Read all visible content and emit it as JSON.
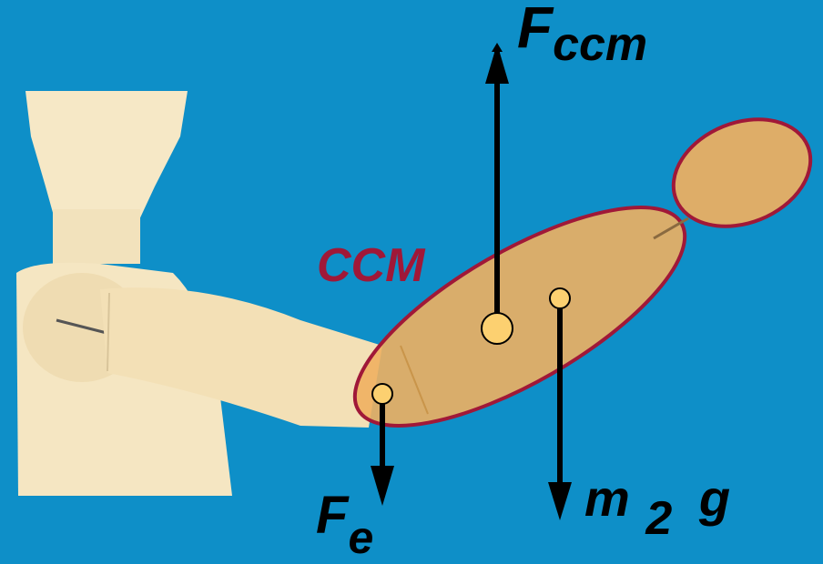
{
  "colors": {
    "background": "#0e8fc8",
    "segment_fill": "#f0b060",
    "segment_outline": "#a01838",
    "ccm_label": "#a01838",
    "mannequin": "#f6e8c6",
    "arrow": "#000000"
  },
  "labels": {
    "ccm": "CCM",
    "f_ccm_main": "F",
    "f_ccm_sub": "ccm",
    "f_e_main": "F",
    "f_e_sub": "e",
    "weight_m": "m",
    "weight_sub": "2",
    "weight_g": "g"
  }
}
